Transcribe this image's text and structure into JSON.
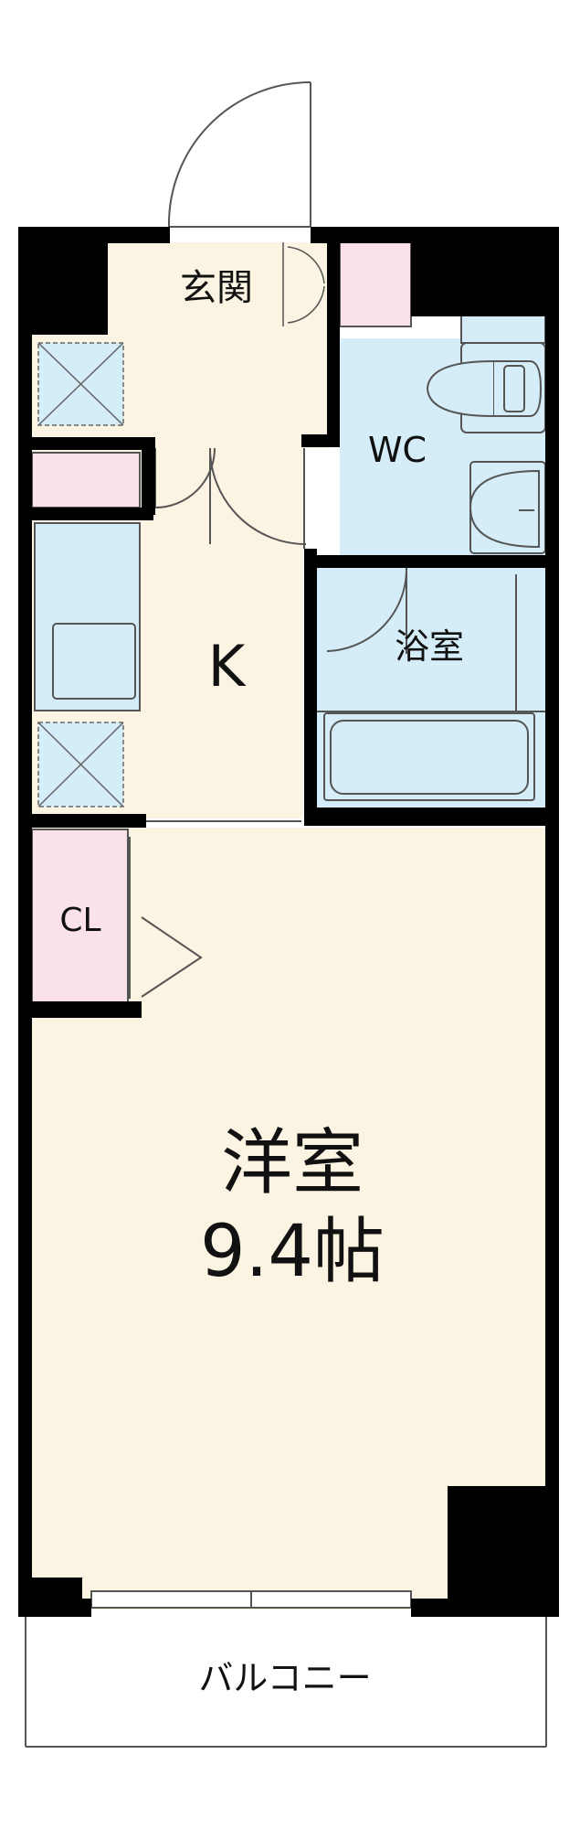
{
  "floorplan": {
    "rooms": {
      "entrance": "玄関",
      "wc": "WC",
      "kitchen": "K",
      "bath": "浴室",
      "closet": "CL",
      "western_room": "洋室",
      "western_room_size": "9.4帖",
      "balcony": "バルコニー"
    },
    "colors": {
      "floor": "#fcf4e2",
      "wet_area": "#d4edf8",
      "storage": "#fbe2ea",
      "wall": "#000000",
      "fixture_line": "#555555"
    }
  }
}
